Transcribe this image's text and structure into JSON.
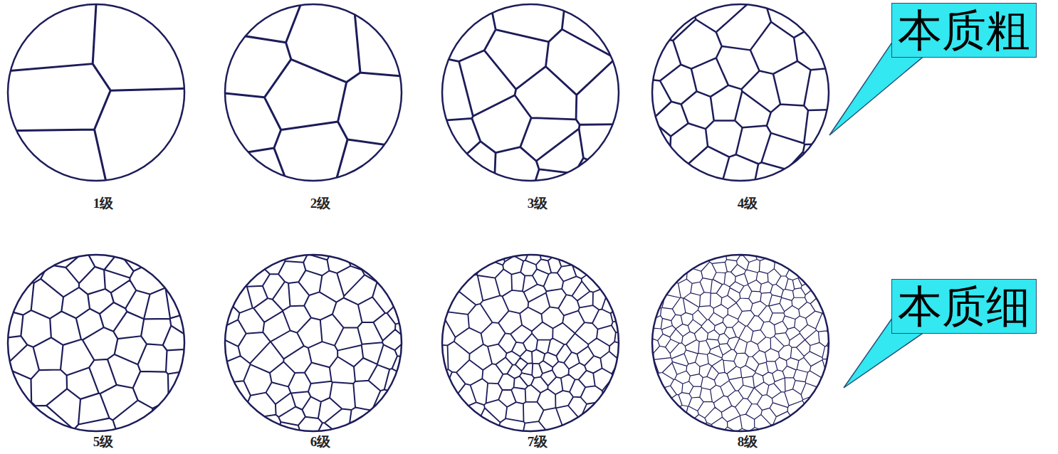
{
  "diagram": {
    "nodes": [
      {
        "text": [
          "本质粗"
        ]
      },
      {
        "text": [
          "本质细"
        ]
      }
    ],
    "labels": [
      "1级",
      "2级",
      "3级",
      "4级",
      "5级",
      "6级",
      "7级",
      "8级"
    ]
  }
}
